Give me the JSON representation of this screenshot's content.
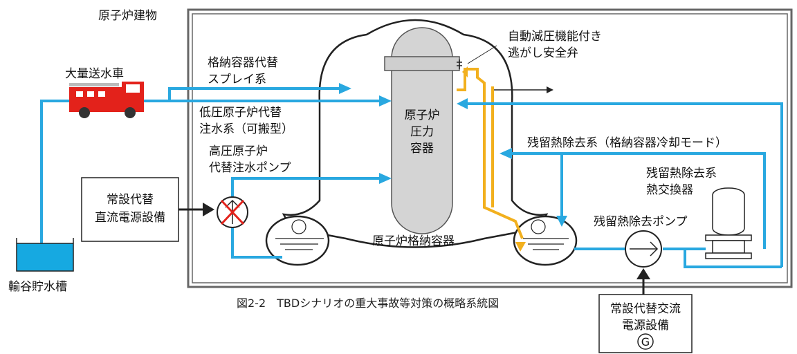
{
  "building_label": "原子炉建物",
  "reactor_vessel_label": [
    "原子炉",
    "圧力",
    "容器"
  ],
  "containment_label": "原子炉格納容器",
  "srv_label": [
    "自動減圧機能付き",
    "逃がし安全弁"
  ],
  "truck_label": "大量送水車",
  "tank_label": "輸谷貯水槽",
  "spray_label": [
    "格納容器代替",
    "スプレイ系"
  ],
  "lp_injection_label": [
    "低圧原子炉代替",
    "注水系（可搬型）"
  ],
  "hp_pump_label": [
    "高圧原子炉",
    "代替注水ポンプ"
  ],
  "dc_power_label": [
    "常設代替",
    "直流電源設備"
  ],
  "rhr_mode_label": "残留熱除去系（格納容器冷却モード）",
  "rhr_hx_label": [
    "残留熱除去系",
    "熱交換器"
  ],
  "rhr_pump_label": "残留熱除去ポンプ",
  "ac_power_label": [
    "常設代替交流",
    "電源設備"
  ],
  "generator_symbol": "G",
  "caption": "図2-2　TBDシナリオの重大事故等対策の概略系統図",
  "colors": {
    "water_line": "#29a8e0",
    "steam_line": "#f2b01e",
    "truck": "#e3221b",
    "tank": "#16a9e1",
    "vessel": "#d4d4d4",
    "frame": "#666666"
  }
}
